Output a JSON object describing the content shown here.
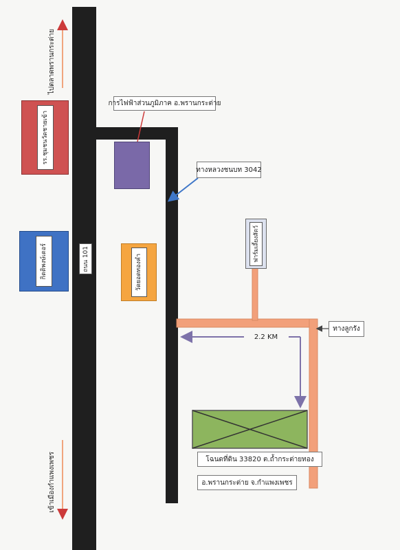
{
  "labels": {
    "top_direction": "ไปตลาดพรานกระต่าย",
    "bottom_direction": "เข้าเมืองกำแพงเพชร",
    "school": "รร.ชุมชนวัดชายเข้า",
    "gas_station": "กิตติพงษ์เตอร์",
    "highway": "ถนน 101",
    "temple": "วัดยอดทองคำ",
    "farm": "ฟาร์มเลี้ยงสัตว์",
    "power_office": "การไฟฟ้าส่วนภูมิภาค อ.พรานกระต่าย",
    "rural_road": "ทางหลวงชนบท 3042",
    "laterite_road": "ทางลูกรัง",
    "distance": "2.2 KM",
    "deed_line1": "โฉนดที่ดิน 33820  ต.ถ้ำกระต่ายทอง",
    "deed_line2": "อ.พรานกระต่าย จ.กำแพงเพชร"
  },
  "colors": {
    "road": "#1f1f1f",
    "school_fill": "#cf5252",
    "gas_fill": "#3f72c4",
    "power_fill": "#7a69a8",
    "temple_fill": "#f5a540",
    "farm_fill": "#dde2ef",
    "laterite": "#f2a07a",
    "land_fill": "#8db55e",
    "arrow_blue": "#3f77c8",
    "arrow_purple": "#7d72a9",
    "arrow_red": "#cc3a3a",
    "direction_arrow": "#f0a57e"
  }
}
